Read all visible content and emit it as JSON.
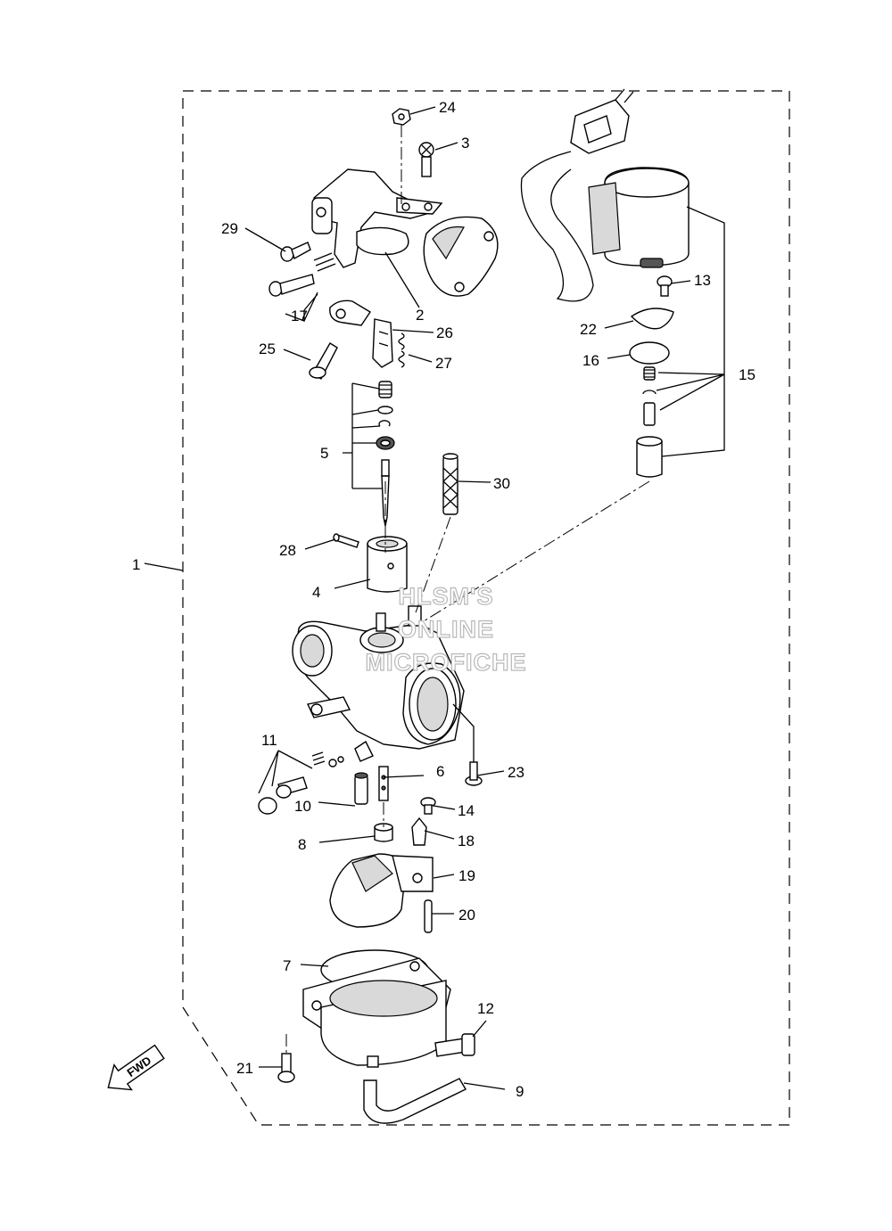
{
  "callouts": {
    "c1": "1",
    "c2": "2",
    "c3": "3",
    "c4": "4",
    "c5": "5",
    "c6": "6",
    "c7": "7",
    "c8": "8",
    "c9": "9",
    "c10": "10",
    "c11": "11",
    "c12": "12",
    "c13": "13",
    "c14": "14",
    "c15": "15",
    "c16": "16",
    "c17": "17",
    "c18": "18",
    "c19": "19",
    "c20": "20",
    "c21": "21",
    "c22": "22",
    "c23": "23",
    "c24": "24",
    "c25": "25",
    "c26": "26",
    "c27": "27",
    "c28": "28",
    "c29": "29",
    "c30": "30"
  },
  "watermark": {
    "line1": "HLSM'S",
    "line2": "ONLINE",
    "line3": "MICROFICHE"
  },
  "fwd_label": "FWD"
}
